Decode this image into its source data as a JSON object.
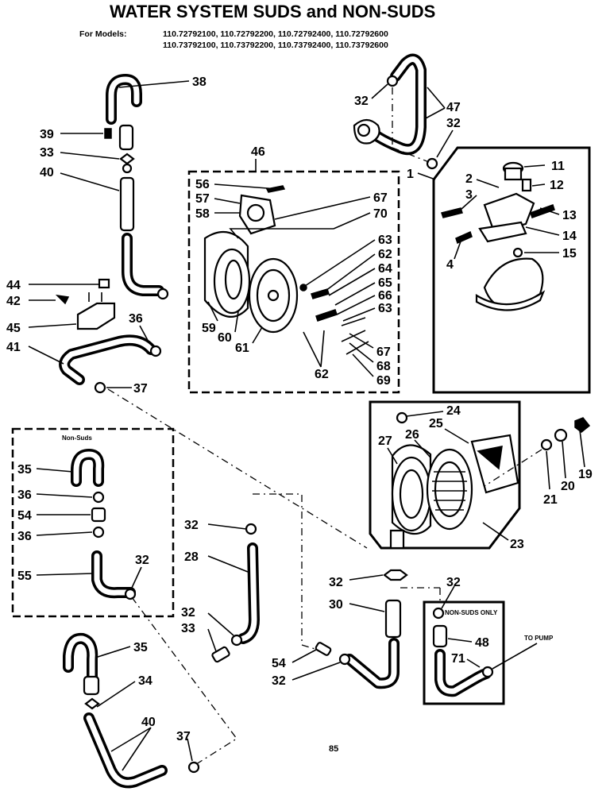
{
  "header": {
    "title": "WATER SYSTEM SUDS and NON-SUDS",
    "models_label": "For Models:",
    "models_line1": "110.72792100, 110.72792200, 110.72792400, 110.72792600",
    "models_line2": "110.73792100, 110.73792200, 110.73792400, 110.73792600"
  },
  "section_labels": {
    "non_suds": "Non-Suds",
    "non_suds_only": "NON-SUDS ONLY",
    "to_pump": "TO PUMP"
  },
  "part_numbers": {
    "p38": "38",
    "p39": "39",
    "p33a": "33",
    "p40a": "40",
    "p44": "44",
    "p42": "42",
    "p45": "45",
    "p36a": "36",
    "p41": "41",
    "p37a": "37",
    "p46": "46",
    "p56": "56",
    "p57": "57",
    "p58": "58",
    "p67a": "67",
    "p70": "70",
    "p63a": "63",
    "p62a": "62",
    "p64": "64",
    "p65": "65",
    "p66": "66",
    "p63b": "63",
    "p59": "59",
    "p60": "60",
    "p61": "61",
    "p62b": "62",
    "p67b": "67",
    "p68": "68",
    "p69": "69",
    "p32a": "32",
    "p47": "47",
    "p32b": "32",
    "p1": "1",
    "p11": "11",
    "p2": "2",
    "p12": "12",
    "p3": "3",
    "p13": "13",
    "p14": "14",
    "p15": "15",
    "p4": "4",
    "p24": "24",
    "p27": "27",
    "p26": "26",
    "p25": "25",
    "p19": "19",
    "p20": "20",
    "p21": "21",
    "p23": "23",
    "p35a": "35",
    "p36b": "36",
    "p54a": "54",
    "p36c": "36",
    "p55": "55",
    "p32c": "32",
    "p32d": "32",
    "p28": "28",
    "p32e": "32",
    "p33b": "33",
    "p35b": "35",
    "p34": "34",
    "p40b": "40",
    "p37b": "37",
    "p32f": "32",
    "p30": "30",
    "p54b": "54",
    "p32g": "32",
    "p32h": "32",
    "p48": "48",
    "p71": "71"
  },
  "page_number": "85"
}
